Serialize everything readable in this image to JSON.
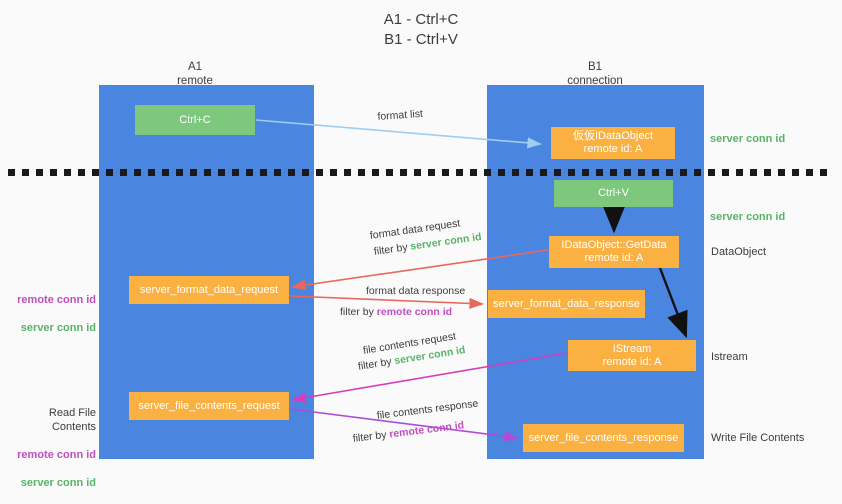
{
  "title": "A1 - Ctrl+C\nB1 - Ctrl+V",
  "columns": [
    {
      "name": "left-column-header",
      "label": "A1\nremote"
    },
    {
      "name": "right-column-header",
      "label": "B1\nconnection"
    }
  ],
  "nodes": [
    {
      "id": "ctrl-c",
      "label": "Ctrl+C"
    },
    {
      "id": "ole-idataobject",
      "label": "仮仮IDataObject\nremote id: A"
    },
    {
      "id": "ctrl-v",
      "label": "Ctrl+V"
    },
    {
      "id": "idataobject-getdata",
      "label": "IDataObject::GetData\nremote id: A"
    },
    {
      "id": "server-format-data-request",
      "label": "server_format_data_request"
    },
    {
      "id": "server-format-data-response",
      "label": "server_format_data_response"
    },
    {
      "id": "istream",
      "label": "IStream\nremote id: A"
    },
    {
      "id": "server-file-contents-request",
      "label": "server_file_contents_request"
    },
    {
      "id": "server-file-contents-response",
      "label": "server_file_contents_response"
    }
  ],
  "edge_labels": {
    "format_list": "format list",
    "format_data_request": "format data request",
    "format_data_request_filter_prefix": "filter by ",
    "format_data_request_filter_value": "server conn id",
    "format_data_response": "format data response",
    "format_data_response_filter_prefix": "filter by ",
    "format_data_response_filter_value": "remote conn id",
    "file_contents_request": "file contents request",
    "file_contents_request_filter_prefix": "filter by ",
    "file_contents_request_filter_value": "server conn id",
    "file_contents_response": "file contents response",
    "file_contents_response_filter_prefix": "filter by ",
    "file_contents_response_filter_value": "remote conn id"
  },
  "left_annotations": [
    {
      "id": "left-conn-ids-format",
      "remote": "remote conn id",
      "server": "server conn id"
    },
    {
      "id": "read-file-contents",
      "heading": "Read File Contents",
      "remote": "remote conn id",
      "server": "server conn id"
    }
  ],
  "right_annotations": [
    {
      "id": "right-server-conn-id-1",
      "label": "server conn id",
      "style": "green"
    },
    {
      "id": "right-server-conn-id-2",
      "label": "server conn id",
      "style": "green"
    },
    {
      "id": "right-dataobject",
      "label": "DataObject",
      "style": "plain"
    },
    {
      "id": "right-istream",
      "label": "Istream",
      "style": "plain"
    },
    {
      "id": "right-write-file",
      "label": "Write File Contents",
      "style": "plain"
    }
  ],
  "colors": {
    "panel_blue": "#4a86e0",
    "node_orange": "#fbb141",
    "node_green": "#7ec87e",
    "arrow_lightblue": "#9ecdf0",
    "arrow_red": "#e8675f",
    "arrow_magenta": "#d13fbf",
    "arrow_purple": "#b04bd6",
    "arrow_black": "#111111",
    "text_green": "#58b368",
    "text_purple": "#c04ec0",
    "background": "#fafafa"
  }
}
